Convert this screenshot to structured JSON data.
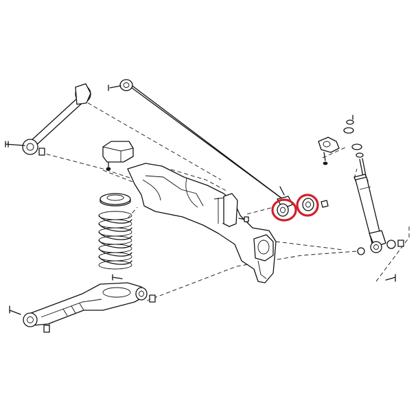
{
  "diagram": {
    "title": "",
    "highlight_color": "#d0202a",
    "line_color": "#111111",
    "background": "#ffffff",
    "parts": [
      "upper-control-arm",
      "track-bar",
      "rubber-bump-stopper",
      "axle-beam",
      "coil-spring",
      "spring-seat",
      "lower-control-arm",
      "shock-absorber",
      "shock-mount-bracket",
      "bushing-left-highlighted",
      "bushing-right-highlighted"
    ]
  }
}
